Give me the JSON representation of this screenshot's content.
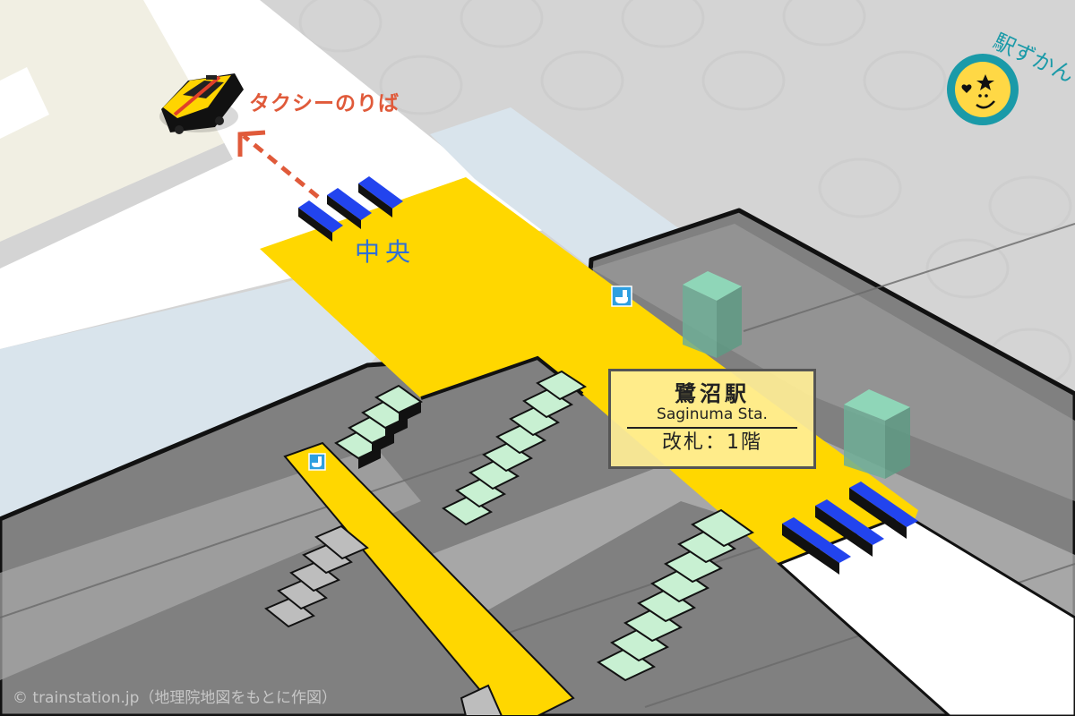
{
  "map": {
    "station_name_ja": "鷺沼駅",
    "station_name_en": "Saginuma Sta.",
    "gate_floor": "改札：1階",
    "exit_label": "中央",
    "taxi_label": "タクシーのりば",
    "credit": "© trainstation.jp（地理院地図をもとに作図）"
  },
  "brand": {
    "logo_text": "駅ずかん",
    "logo_icon": "smiley-face-icon"
  },
  "icons": {
    "toilet": "toilet-icon",
    "taxi": "taxi-icon",
    "gate": "ticket-gate-icon",
    "elevator": "elevator-icon",
    "stairs": "stairs-icon",
    "arrow": "dashed-arrow-icon"
  },
  "colors": {
    "concourse": "#ffd700",
    "gate_blue": "#1f3fe0",
    "taxi_red": "#e05a3a",
    "exit_blue": "#2f6fd6",
    "stairs_green": "#c8f0d2",
    "elevator_green": "#7fc9a8",
    "platform_dark": "#7a7a7a",
    "sidewalk": "#ffffff",
    "plaza_blue": "#d9e4ec",
    "beige": "#f1efe3",
    "logo_teal": "#1a9aa8",
    "logo_yellow": "#ffd845"
  }
}
